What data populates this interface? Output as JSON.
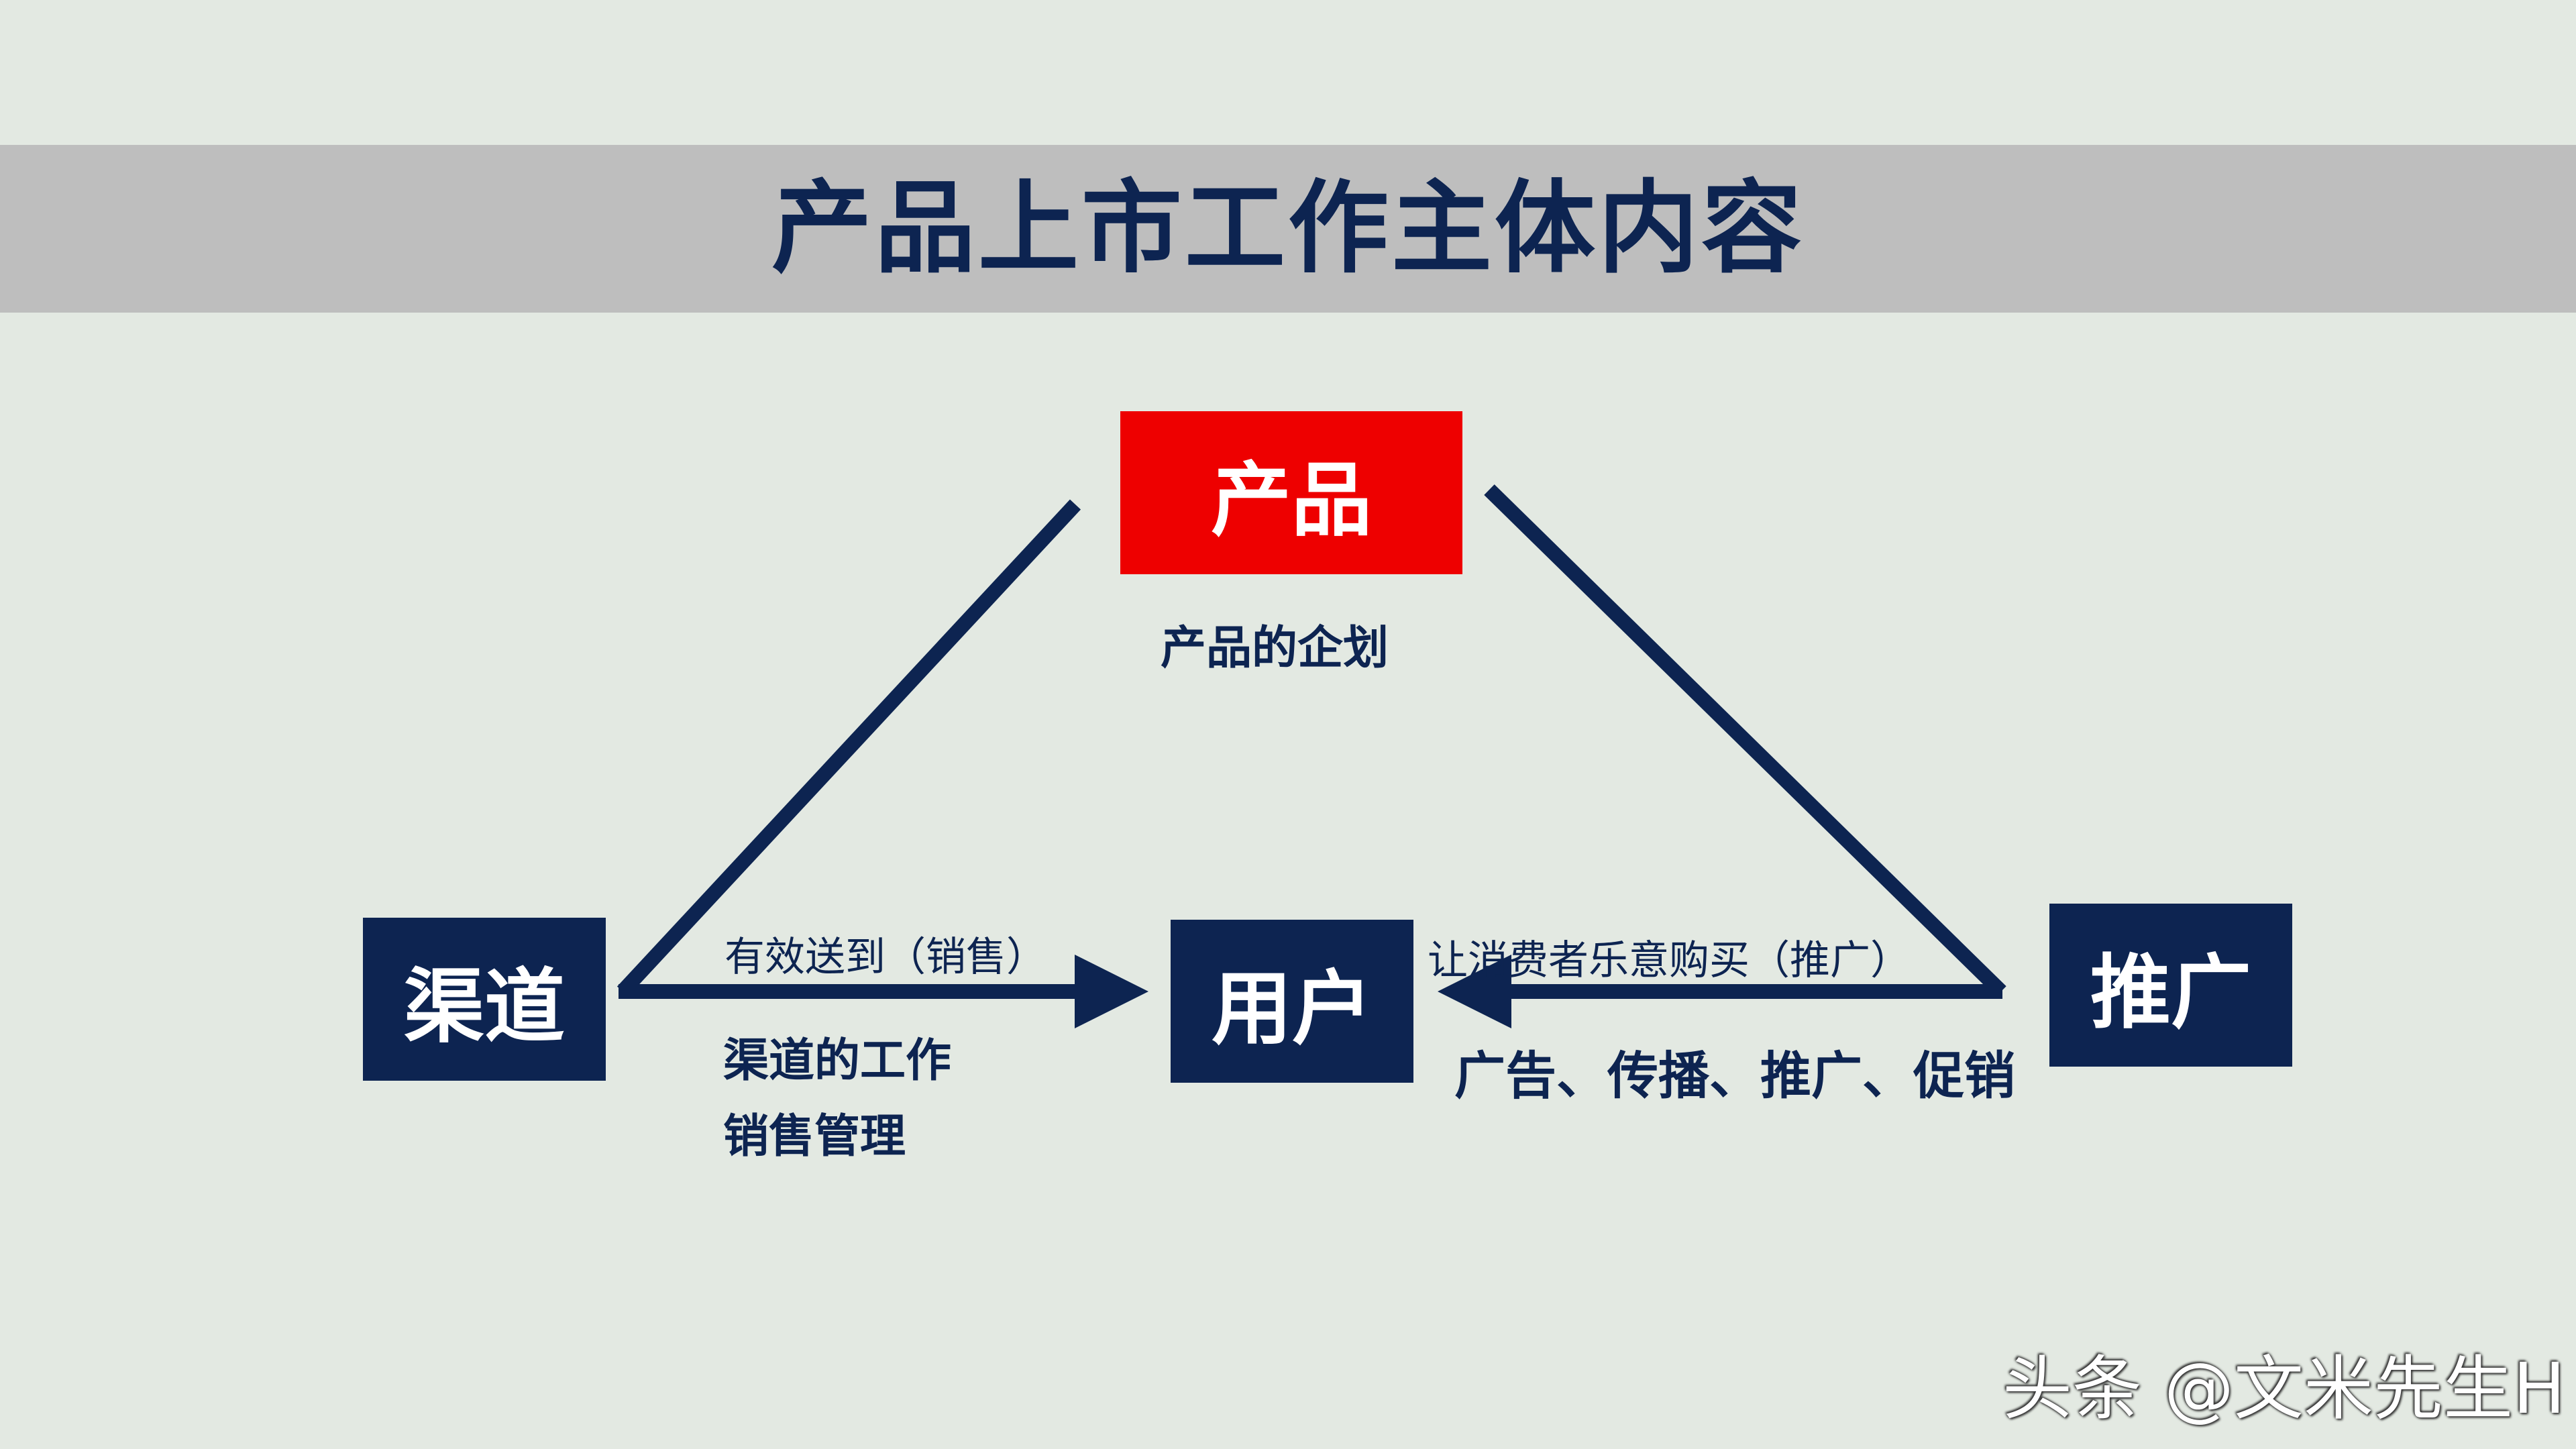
{
  "title": "产品上市工作主体内容",
  "nodes": {
    "product": "产品",
    "channel": "渠道",
    "user": "用户",
    "promotion": "推广"
  },
  "labels": {
    "product_plan": "产品的企划",
    "effective_delivery": "有效送到（销售）",
    "consumer_willing": "让消费者乐意购买（推广）",
    "channel_work": "渠道的工作",
    "sales_management": "销售管理",
    "promotion_items": "广告、传播、推广、促销"
  },
  "watermark": "头条 @文米先生H",
  "colors": {
    "background": "#e3e9e2",
    "title_band": "#bebebe",
    "navy": "#0d2451",
    "red": "#ee0000"
  }
}
